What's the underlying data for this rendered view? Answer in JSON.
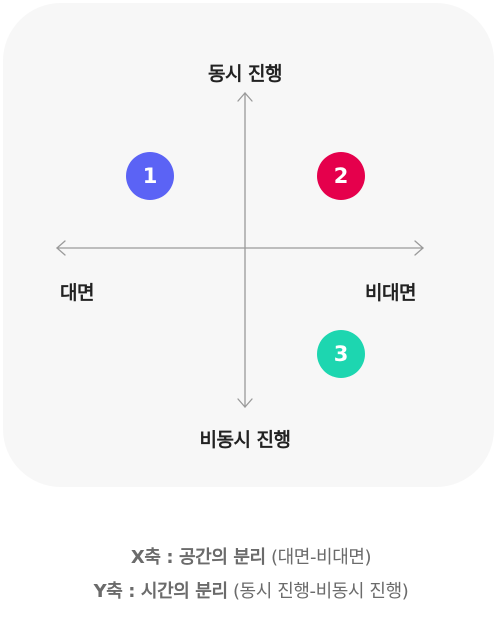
{
  "diagram": {
    "axis_top_label": "동시 진행",
    "axis_bottom_label": "비동시 진행",
    "axis_left_label": "대면",
    "axis_right_label": "비대면",
    "badges": [
      {
        "label": "1",
        "color": "#5b63f5"
      },
      {
        "label": "2",
        "color": "#e5004c"
      },
      {
        "label": "3",
        "color": "#1dd6b0"
      }
    ],
    "panel_color": "#f7f7f7",
    "axis_color": "#9a9a9a"
  },
  "captions": {
    "x_title": "X축 : 공간의 분리",
    "x_desc": "(대면-비대면)",
    "y_title": "Y축 : 시간의 분리",
    "y_desc": "(동시 진행-비동시 진행)"
  }
}
